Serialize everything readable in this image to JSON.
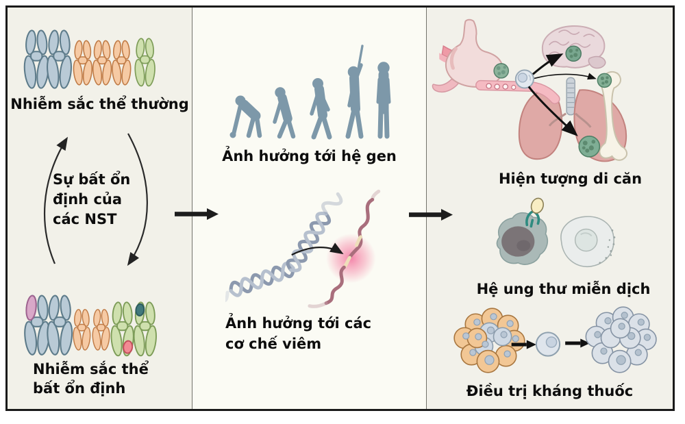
{
  "panels": {
    "chromosome_instability": {
      "normal_chromosomes_label": "Nhiễm sắc thể thường",
      "instability_cycle_label": "Sự bất ổn\nđịnh của\ncác NST",
      "unstable_chromosomes_label": "Nhiễm sắc thể\nbất ổn định"
    },
    "effects": {
      "genome_label": "Ảnh hưởng tới hệ gen",
      "inflammation_label": "Ảnh hưởng tới các\ncơ chế viêm"
    },
    "consequences": {
      "metastasis_label": "Hiện tượng di căn",
      "immune_label": "Hệ ung thư miễn dịch",
      "drug_resistance_label": "Điều trị kháng thuốc"
    }
  },
  "palette": {
    "frame_border": "#1a1a1a",
    "panel_background": "#f2f1e9",
    "middle_panel_background": "#fbfbf4",
    "text": "#0d0d0d",
    "flow_arrow": "#1d1d1d",
    "chromosome_blue": "#b9cad6",
    "chromosome_orange": "#f6caa4",
    "chromosome_green": "#cfe0ae",
    "aberration_pink": "#d9a8c8",
    "aberration_red": "#f28a93",
    "aberration_teal": "#41797c",
    "evolution_silhouette": "#7d98a9",
    "dna_normal": "#96a3b8",
    "dna_damaged": "#a96e7c",
    "inflammation_glow": "#f590ad",
    "dna_highlight": "#eedfba",
    "organ_pink": "#f2dcdb",
    "lung_pink": "#dfa9a6",
    "tumor_green": "#85b096",
    "bone_cream": "#f7f3e7",
    "cell_gray_blue": "#dde4eb",
    "immune_receptor_teal": "#2e8b80",
    "antigen_cream": "#f8edc3",
    "resistant_cell_orange": "#f2c795"
  }
}
